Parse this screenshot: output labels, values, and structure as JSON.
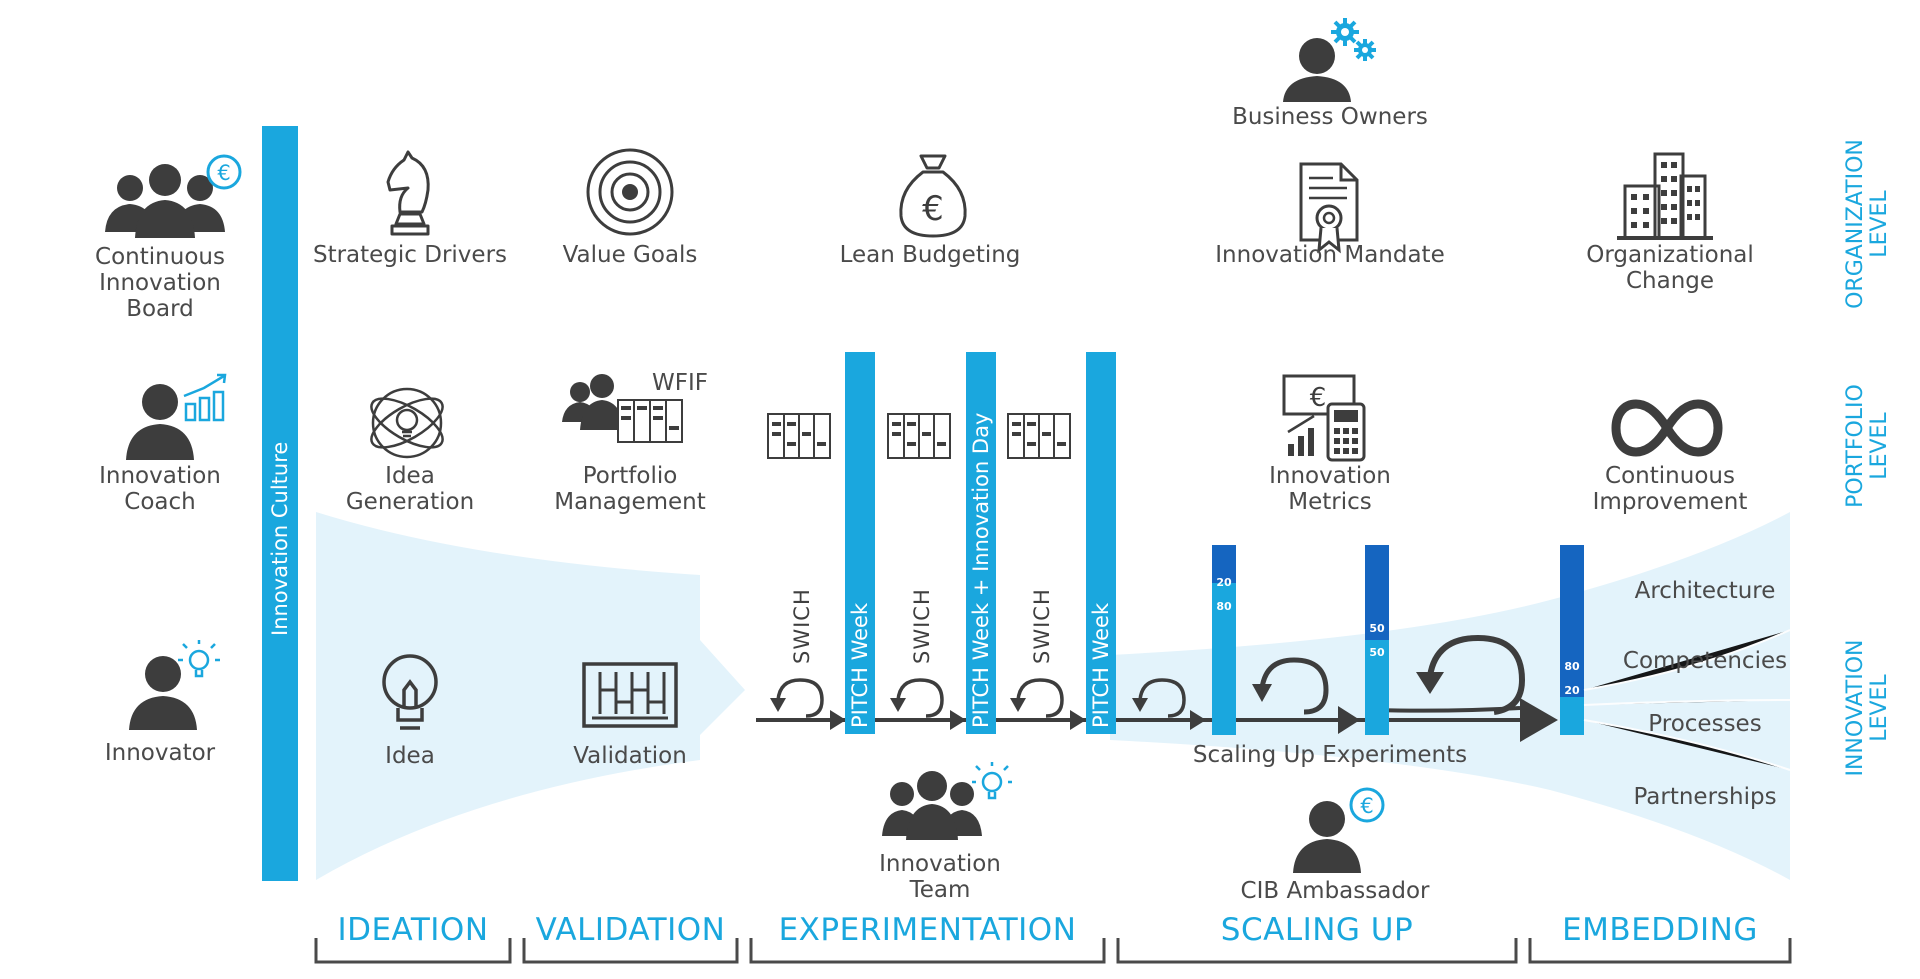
{
  "colors": {
    "accent": "#1aa7de",
    "dark_blue": "#1565c0",
    "icon_gray": "#3d3d3d",
    "light_blue": "#dff2fa"
  },
  "roles": {
    "board": "Continuous\nInnovation\nBoard",
    "coach": "Innovation\nCoach",
    "innovator": "Innovator"
  },
  "culture_bar": "Innovation Culture",
  "org_items": {
    "strategic_drivers": "Strategic Drivers",
    "value_goals": "Value Goals",
    "lean_budgeting": "Lean Budgeting",
    "business_owners": "Business Owners",
    "innovation_mandate": "Innovation Mandate",
    "organizational_change": "Organizational\nChange"
  },
  "portfolio_items": {
    "idea_generation": "Idea\nGeneration",
    "wfif": "WFIF",
    "portfolio_management": "Portfolio\nManagement",
    "innovation_metrics": "Innovation\nMetrics",
    "continuous_improvement": "Continuous\nImprovement"
  },
  "innovation_items": {
    "idea": "Idea",
    "validation": "Validation",
    "swich_1": "SWICH",
    "swich_2": "SWICH",
    "swich_3": "SWICH",
    "pitch_week_1": "PITCH Week",
    "pitch_week_2": "PITCH Week  +  Innovation Day",
    "pitch_week_3": "PITCH Week",
    "innovation_team": "Innovation\nTeam",
    "scaling_up_experiments": "Scaling Up Experiments",
    "cib_ambassador": "CIB Ambassador"
  },
  "scale_bars": [
    {
      "top": "20",
      "bottom": "80"
    },
    {
      "top": "50",
      "bottom": "50"
    },
    {
      "top": "80",
      "bottom": "20"
    }
  ],
  "embedding_items": [
    "Architecture",
    "Competencies",
    "Processes",
    "Partnerships"
  ],
  "levels": {
    "organization": "ORGANIZATION\nLEVEL",
    "portfolio": "PORTFOLIO\nLEVEL",
    "innovation": "INNOVATION\nLEVEL"
  },
  "phases": [
    "IDEATION",
    "VALIDATION",
    "EXPERIMENTATION",
    "SCALING UP",
    "EMBEDDING"
  ]
}
